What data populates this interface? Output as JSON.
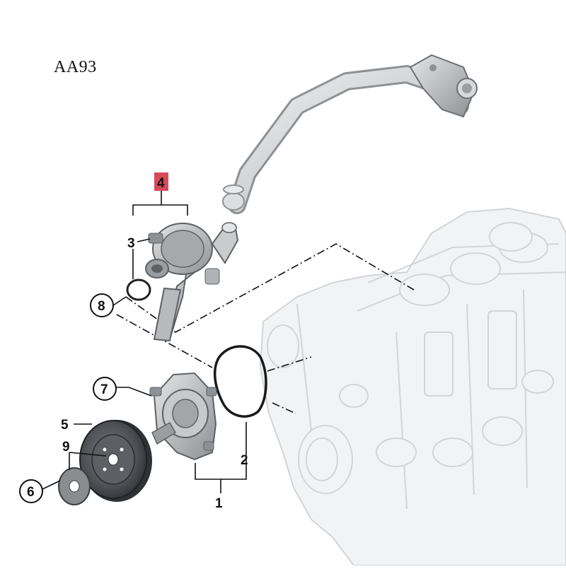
{
  "figure_code": "AA93",
  "callouts": [
    {
      "id": "1",
      "label": "1",
      "circled": false,
      "highlighted": false
    },
    {
      "id": "2",
      "label": "2",
      "circled": false,
      "highlighted": false
    },
    {
      "id": "3",
      "label": "3",
      "circled": false,
      "highlighted": false
    },
    {
      "id": "4",
      "label": "4",
      "circled": false,
      "highlighted": true
    },
    {
      "id": "5",
      "label": "5",
      "circled": false,
      "highlighted": false
    },
    {
      "id": "6",
      "label": "6",
      "circled": true,
      "highlighted": false
    },
    {
      "id": "7",
      "label": "7",
      "circled": true,
      "highlighted": false
    },
    {
      "id": "8",
      "label": "8",
      "circled": true,
      "highlighted": false
    },
    {
      "id": "9",
      "label": "9",
      "circled": false,
      "highlighted": false
    }
  ],
  "colors": {
    "highlight": "#d84a5a",
    "part_fill": "#c9cbcd",
    "part_dark": "#6d7073",
    "engine_fill": "#f1f2f3",
    "engine_line": "#d3d5d8",
    "leader": "#111111"
  }
}
